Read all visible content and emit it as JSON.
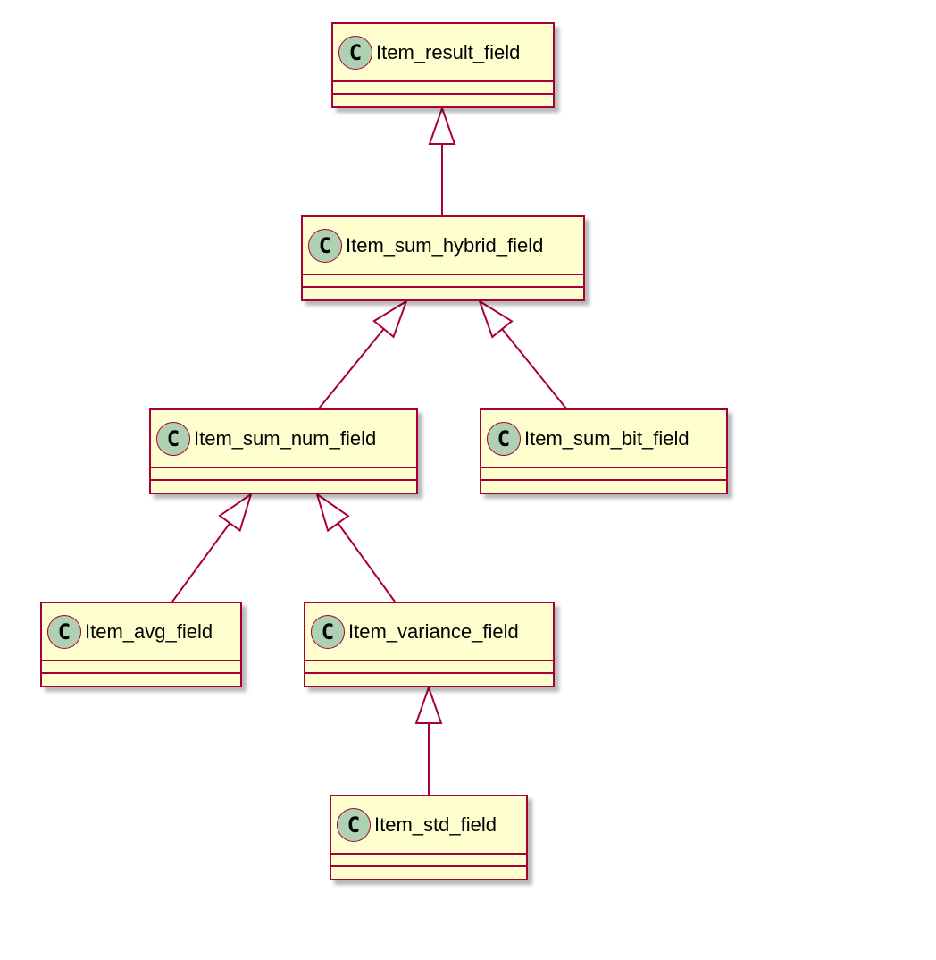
{
  "diagram": {
    "kind": "uml-class-hierarchy",
    "colors": {
      "box_fill": "#fefece",
      "border": "#a80036",
      "badge_fill": "#add1b2",
      "text": "#000000"
    },
    "badge_letter": "C",
    "classes": [
      {
        "id": "result",
        "name": "Item_result_field"
      },
      {
        "id": "hybrid",
        "name": "Item_sum_hybrid_field"
      },
      {
        "id": "num",
        "name": "Item_sum_num_field"
      },
      {
        "id": "bit",
        "name": "Item_sum_bit_field"
      },
      {
        "id": "avg",
        "name": "Item_avg_field"
      },
      {
        "id": "variance",
        "name": "Item_variance_field"
      },
      {
        "id": "std",
        "name": "Item_std_field"
      }
    ],
    "inheritance": [
      {
        "child": "hybrid",
        "parent": "result"
      },
      {
        "child": "num",
        "parent": "hybrid"
      },
      {
        "child": "bit",
        "parent": "hybrid"
      },
      {
        "child": "avg",
        "parent": "num"
      },
      {
        "child": "variance",
        "parent": "num"
      },
      {
        "child": "std",
        "parent": "variance"
      }
    ]
  }
}
